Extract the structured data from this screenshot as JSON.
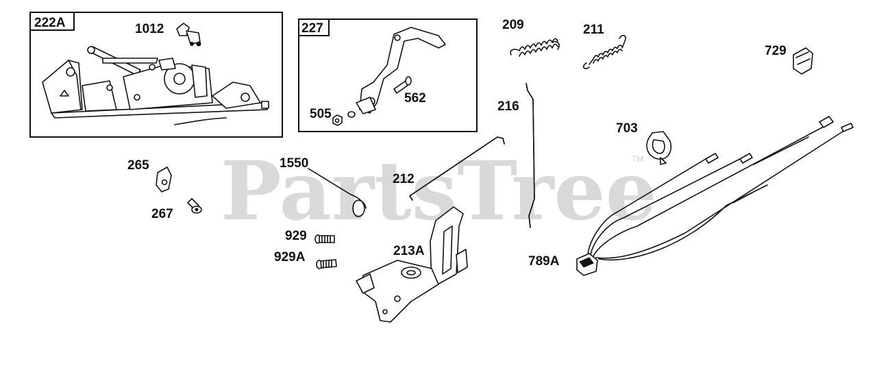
{
  "watermark": {
    "text": "PartsTree",
    "trademark": "TM"
  },
  "boxes": [
    {
      "id": "222A",
      "label": "222A"
    },
    {
      "id": "227",
      "label": "227"
    }
  ],
  "callouts": [
    "1012",
    "505",
    "562",
    "209",
    "211",
    "729",
    "216",
    "703",
    "265",
    "1550",
    "212",
    "267",
    "929",
    "929A",
    "213A",
    "789A"
  ],
  "colors": {
    "line": "#111111",
    "watermark": "#d9d9d9",
    "background": "#ffffff"
  }
}
